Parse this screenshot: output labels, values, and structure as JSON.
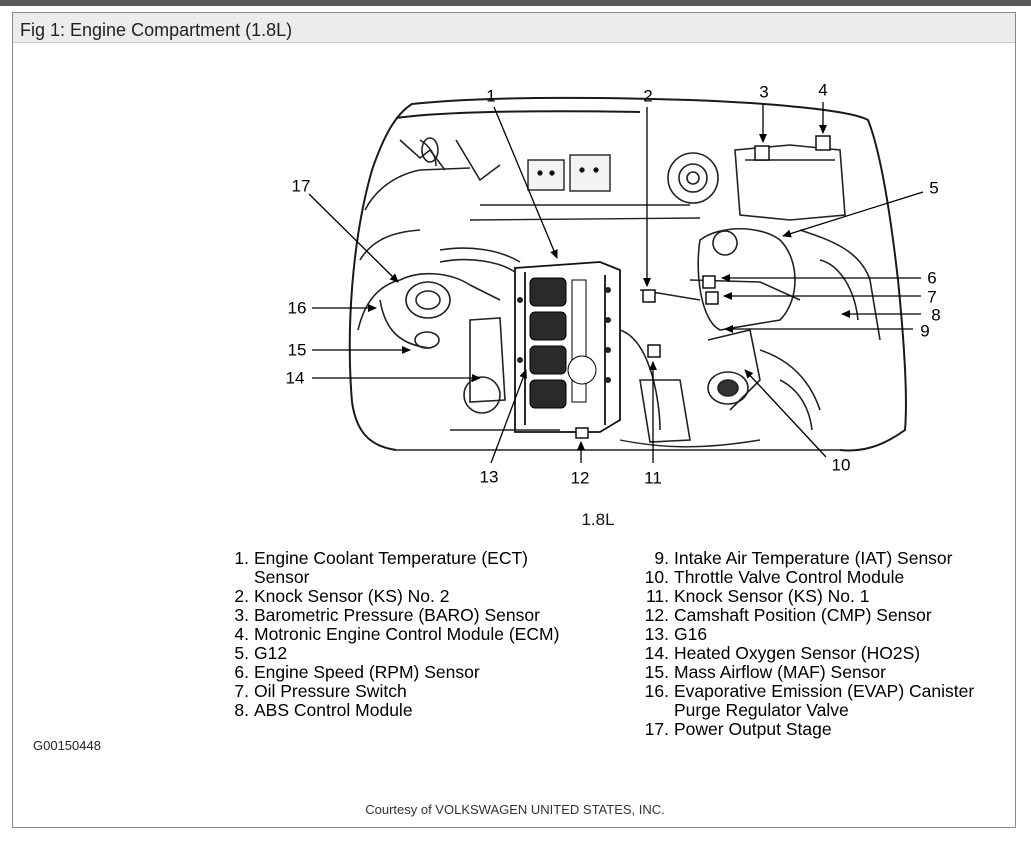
{
  "window": {
    "title": "Fig 1: Engine Compartment (1.8L)"
  },
  "figure": {
    "variant_label": "1.8L",
    "figure_id": "G00150448",
    "courtesy": "Courtesy of VOLKSWAGEN UNITED STATES, INC.",
    "callouts": [
      "1",
      "2",
      "3",
      "4",
      "5",
      "6",
      "7",
      "8",
      "9",
      "10",
      "11",
      "12",
      "13",
      "14",
      "15",
      "16",
      "17"
    ]
  },
  "legend": {
    "left": [
      {
        "num": "1.",
        "lines": [
          "Engine Coolant Temperature (ECT)",
          "Sensor"
        ]
      },
      {
        "num": "2.",
        "lines": [
          "Knock Sensor (KS) No. 2"
        ]
      },
      {
        "num": "3.",
        "lines": [
          "Barometric Pressure (BARO) Sensor"
        ]
      },
      {
        "num": "4.",
        "lines": [
          "Motronic Engine Control Module (ECM)"
        ]
      },
      {
        "num": "5.",
        "lines": [
          "G12"
        ]
      },
      {
        "num": "6.",
        "lines": [
          "Engine Speed (RPM) Sensor"
        ]
      },
      {
        "num": "7.",
        "lines": [
          "Oil Pressure Switch"
        ]
      },
      {
        "num": "8.",
        "lines": [
          "ABS Control Module"
        ]
      }
    ],
    "right": [
      {
        "num": "9.",
        "lines": [
          "Intake Air Temperature (IAT) Sensor"
        ]
      },
      {
        "num": "10.",
        "lines": [
          "Throttle Valve Control Module"
        ]
      },
      {
        "num": "11.",
        "lines": [
          "Knock Sensor (KS) No. 1"
        ]
      },
      {
        "num": "12.",
        "lines": [
          "Camshaft Position (CMP) Sensor"
        ]
      },
      {
        "num": "13.",
        "lines": [
          "G16"
        ]
      },
      {
        "num": "14.",
        "lines": [
          "Heated Oxygen Sensor (HO2S)"
        ]
      },
      {
        "num": "15.",
        "lines": [
          "Mass Airflow (MAF) Sensor"
        ]
      },
      {
        "num": "16.",
        "lines": [
          "Evaporative Emission (EVAP) Canister",
          "Purge Regulator Valve"
        ]
      },
      {
        "num": "17.",
        "lines": [
          "Power Output Stage"
        ]
      }
    ]
  }
}
